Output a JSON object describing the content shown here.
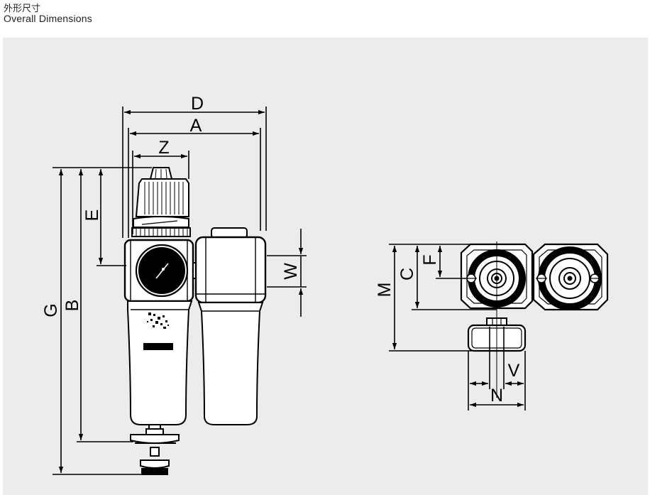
{
  "header": {
    "title_cn": "外形尺寸",
    "title_en": "Overall Dimensions"
  },
  "dimension_labels": {
    "D": "D",
    "A": "A",
    "Z": "Z",
    "E": "E",
    "G": "G",
    "B": "B",
    "W": "W",
    "M": "M",
    "C": "C",
    "F": "F",
    "V": "V",
    "N": "N"
  },
  "colors": {
    "background": "#ececec",
    "line": "#000000"
  }
}
